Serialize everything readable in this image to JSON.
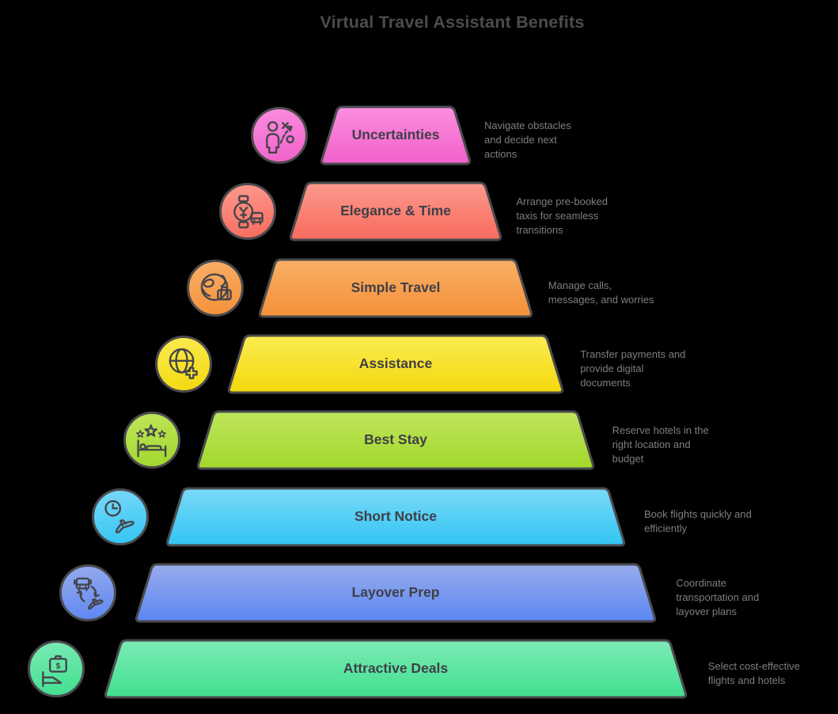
{
  "title": "Virtual Travel Assistant Benefits",
  "rows": [
    {
      "label": "Uncertainties",
      "description": "Navigate obstacles\nand decide next\nactions",
      "icon": "strategy-icon",
      "color_top": "#fb8ddf",
      "color_bottom": "#f161ca"
    },
    {
      "label": "Elegance & Time",
      "description": "Arrange pre-booked\ntaxis for seamless\ntransitions",
      "icon": "watch-taxi-icon",
      "color_top": "#fc9a8e",
      "color_bottom": "#f86a5d"
    },
    {
      "label": "Simple Travel",
      "description": "Manage calls,\nmessages, and worries",
      "icon": "globe-luggage-icon",
      "color_top": "#f9af66",
      "color_bottom": "#f49038"
    },
    {
      "label": "Assistance",
      "description": "Transfer payments and\nprovide digital\ndocuments",
      "icon": "globe-plus-icon",
      "color_top": "#faec52",
      "color_bottom": "#f4d80c"
    },
    {
      "label": "Best Stay",
      "description": "Reserve hotels in the\nright location and\nbudget",
      "icon": "stars-bed-icon",
      "color_top": "#bfe55c",
      "color_bottom": "#a2d82b"
    },
    {
      "label": "Short Notice",
      "description": "Book flights quickly and\nefficiently",
      "icon": "clock-plane-icon",
      "color_top": "#79d9f8",
      "color_bottom": "#32c5f3"
    },
    {
      "label": "Layover Prep",
      "description": "Coordinate\ntransportation and\nlayover plans",
      "icon": "bus-plane-transfer-icon",
      "color_top": "#98acec",
      "color_bottom": "#5b86f2"
    },
    {
      "label": "Attractive Deals",
      "description": "Select cost-effective\nflights and hotels",
      "icon": "briefcase-dollar-icon",
      "color_top": "#7cebb5",
      "color_bottom": "#40df8e"
    }
  ],
  "colors": {
    "background": "#000000",
    "title_text": "#4c4c4c",
    "label_text": "#3f3f46",
    "description_text": "#7e7e7e",
    "outline": "#4a4a4e",
    "icon_stroke": "#45454b"
  }
}
